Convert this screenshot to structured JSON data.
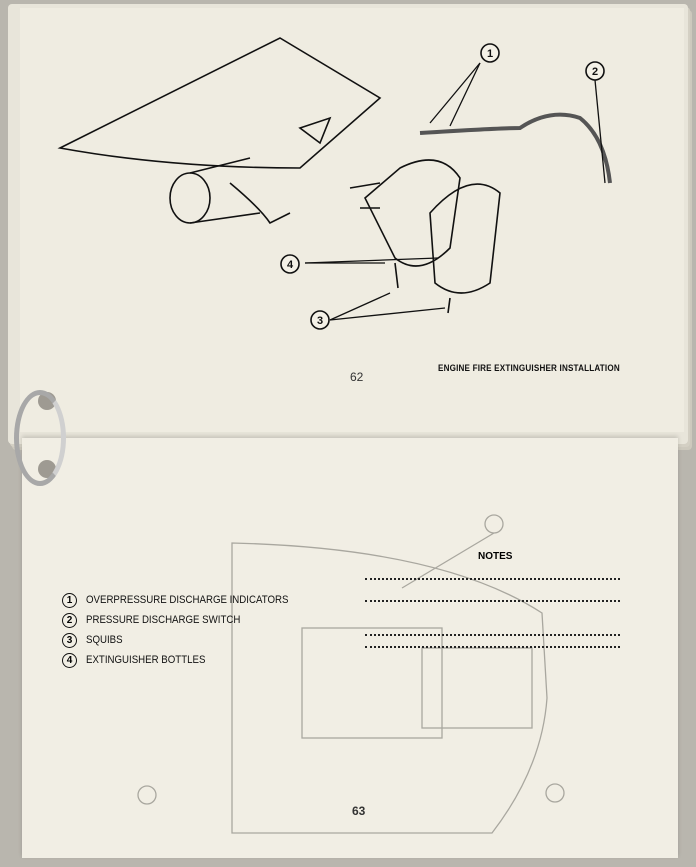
{
  "top_page": {
    "caption": "ENGINE FIRE EXTINGUISHER INSTALLATION",
    "page_number": "62",
    "callouts": [
      "1",
      "2",
      "3",
      "4"
    ]
  },
  "bottom_page": {
    "page_number": "63",
    "notes_title": "NOTES",
    "legend": [
      {
        "number": "1",
        "label": "OVERPRESSURE DISCHARGE INDICATORS"
      },
      {
        "number": "2",
        "label": "PRESSURE DISCHARGE SWITCH"
      },
      {
        "number": "3",
        "label": "SQUIBS"
      },
      {
        "number": "4",
        "label": "EXTINGUISHER BOTTLES"
      }
    ]
  }
}
